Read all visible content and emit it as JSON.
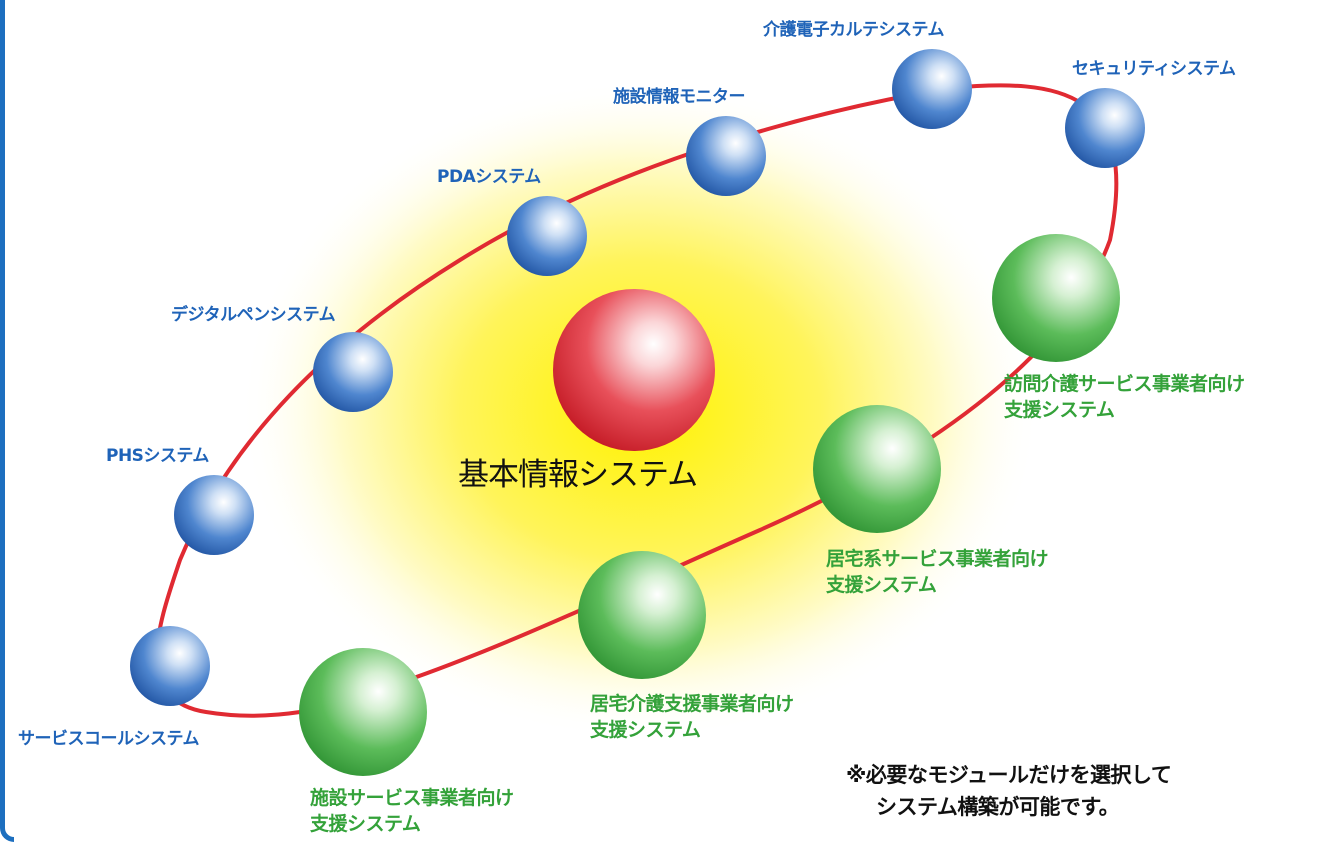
{
  "center": {
    "label": "基本情報システム",
    "color": "#e02a32"
  },
  "ring_color": "#e02a32",
  "glow_color": "#fff200",
  "blue_color": "#1f63b8",
  "green_color": "#34a23a",
  "blue_nodes": [
    {
      "id": "service-call",
      "label": "サービスコールシステム"
    },
    {
      "id": "phs",
      "label": "PHSシステム"
    },
    {
      "id": "digital-pen",
      "label": "デジタルペンシステム"
    },
    {
      "id": "pda",
      "label": "PDAシステム"
    },
    {
      "id": "facility-monitor",
      "label": "施設情報モニター"
    },
    {
      "id": "care-ekarte",
      "label": "介護電子カルテシステム"
    },
    {
      "id": "security",
      "label": "セキュリティシステム"
    }
  ],
  "green_nodes": [
    {
      "id": "facility-service",
      "line1": "施設サービス事業者向け",
      "line2": "支援システム"
    },
    {
      "id": "home-care-support",
      "line1": "居宅介護支援事業者向け",
      "line2": "支援システム"
    },
    {
      "id": "home-service",
      "line1": "居宅系サービス事業者向け",
      "line2": "支援システム"
    },
    {
      "id": "visit-care",
      "line1": "訪問介護サービス事業者向け",
      "line2": "支援システム"
    }
  ],
  "note": {
    "line1": "※必要なモジュールだけを選択して",
    "line2": "システム構築が可能です。"
  }
}
